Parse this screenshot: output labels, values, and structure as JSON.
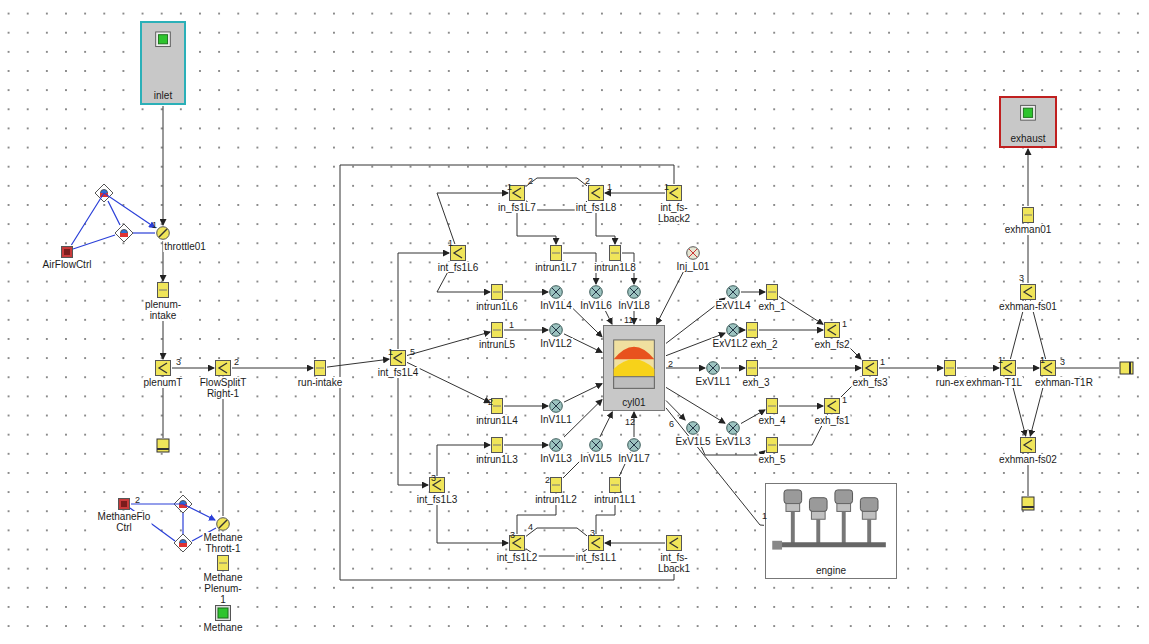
{
  "diagram": {
    "nodes": [
      {
        "text": [
          "inlet"
        ]
      },
      {
        "text": [
          "AirFlowCtrl"
        ]
      },
      {
        "text": [
          "throttle01"
        ]
      },
      {
        "text": [
          "plenum- intake"
        ]
      },
      {
        "text": [
          "plenumT"
        ]
      },
      {
        "text": [
          "FlowSplitT Right-1"
        ]
      },
      {
        "text": [
          "run-intake"
        ]
      },
      {
        "text": [
          "int_fs1L4"
        ]
      },
      {
        "text": [
          "in_fs1L7"
        ]
      },
      {
        "text": [
          "int_fs1L8"
        ]
      },
      {
        "text": [
          "int_fs- Lback2"
        ]
      },
      {
        "text": [
          "int_fs1L6"
        ]
      },
      {
        "text": [
          "intrun1L7"
        ]
      },
      {
        "text": [
          "intrun1L8"
        ]
      },
      {
        "text": [
          "Inj_L01"
        ]
      },
      {
        "text": [
          "intrun1L6"
        ]
      },
      {
        "text": [
          "InV1L4"
        ]
      },
      {
        "text": [
          "InV1L6"
        ]
      },
      {
        "text": [
          "InV1L8"
        ]
      },
      {
        "text": [
          "ExV1L4"
        ]
      },
      {
        "text": [
          "exh_1"
        ]
      },
      {
        "text": [
          "intrunL5"
        ]
      },
      {
        "text": [
          "InV1L2"
        ]
      },
      {
        "text": [
          "ExV1L2"
        ]
      },
      {
        "text": [
          "exh_2"
        ]
      },
      {
        "text": [
          "exh_fs2"
        ]
      },
      {
        "text": [
          "cyl01"
        ]
      },
      {
        "text": [
          "ExV1L1"
        ]
      },
      {
        "text": [
          "exh_3"
        ]
      },
      {
        "text": [
          "exh_fs3"
        ]
      },
      {
        "text": [
          "run-ex"
        ]
      },
      {
        "text": [
          "intrun1L4"
        ]
      },
      {
        "text": [
          "InV1L1"
        ]
      },
      {
        "text": [
          "exh_4"
        ]
      },
      {
        "text": [
          "exh_fs1"
        ]
      },
      {
        "text": [
          "ExV1L5"
        ]
      },
      {
        "text": [
          "ExV1L3"
        ]
      },
      {
        "text": [
          "intrun1L3"
        ]
      },
      {
        "text": [
          "InV1L3"
        ]
      },
      {
        "text": [
          "InV1L5"
        ]
      },
      {
        "text": [
          "InV1L7"
        ]
      },
      {
        "text": [
          "exh_5"
        ]
      },
      {
        "text": [
          "int_fs1L3"
        ]
      },
      {
        "text": [
          "intrun1L2"
        ]
      },
      {
        "text": [
          "intrun1L1"
        ]
      },
      {
        "text": [
          "int_fs1L2"
        ]
      },
      {
        "text": [
          "int_fs1L1"
        ]
      },
      {
        "text": [
          "int_fs- Lback1"
        ]
      },
      {
        "text": [
          "engine"
        ]
      },
      {
        "text": [
          "MethaneFlo Ctrl"
        ]
      },
      {
        "text": [
          "Methane Thrott-1"
        ]
      },
      {
        "text": [
          "Methane Plenum-1"
        ]
      },
      {
        "text": [
          "Methane"
        ]
      },
      {
        "text": [
          "exhaust"
        ]
      },
      {
        "text": [
          "exhman01"
        ]
      },
      {
        "text": [
          "exhman-fs01"
        ]
      },
      {
        "text": [
          "exhman-T1L"
        ]
      },
      {
        "text": [
          "exhman-T1R"
        ]
      },
      {
        "text": [
          "exhman-fs02"
        ]
      }
    ],
    "edges": [
      {
        "from": 0,
        "to": 2,
        "arrow": "to"
      },
      {
        "from": 1,
        "to": 2,
        "arrow": "to"
      },
      {
        "from": 2,
        "to": 3,
        "arrow": "to"
      },
      {
        "from": 3,
        "to": 4,
        "arrow": "to"
      },
      {
        "from": 4,
        "to": 5,
        "arrow": "to"
      },
      {
        "from": 52,
        "to": 51,
        "arrow": "to"
      },
      {
        "from": 51,
        "to": 50,
        "arrow": "to"
      },
      {
        "from": 50,
        "to": 5,
        "arrow": "to"
      },
      {
        "from": 49,
        "to": 50,
        "arrow": "to"
      },
      {
        "from": 5,
        "to": 6,
        "arrow": "to"
      },
      {
        "from": 6,
        "to": 7,
        "arrow": "to"
      },
      {
        "from": 7,
        "to": 21,
        "arrow": "to"
      },
      {
        "from": 7,
        "to": 31,
        "arrow": "to"
      },
      {
        "from": 7,
        "to": 11,
        "arrow": "to"
      },
      {
        "from": 7,
        "to": 42,
        "arrow": "to"
      },
      {
        "from": 11,
        "to": 15,
        "arrow": "to"
      },
      {
        "from": 11,
        "to": 8,
        "arrow": "to"
      },
      {
        "from": 8,
        "to": 9,
        "arrow": "none"
      },
      {
        "from": 9,
        "to": 8,
        "arrow": "none"
      },
      {
        "from": 8,
        "to": 12,
        "arrow": "to"
      },
      {
        "from": 9,
        "to": 13,
        "arrow": "to"
      },
      {
        "from": 10,
        "to": 9,
        "arrow": "to"
      },
      {
        "from": 10,
        "to": 47,
        "arrow": "none"
      },
      {
        "from": 12,
        "to": 17,
        "arrow": "to"
      },
      {
        "from": 13,
        "to": 18,
        "arrow": "to"
      },
      {
        "from": 15,
        "to": 16,
        "arrow": "to"
      },
      {
        "from": 16,
        "to": 26,
        "arrow": "to"
      },
      {
        "from": 17,
        "to": 26,
        "arrow": "to"
      },
      {
        "from": 18,
        "to": 26,
        "arrow": "to"
      },
      {
        "from": 14,
        "to": 26,
        "arrow": "to"
      },
      {
        "from": 21,
        "to": 22,
        "arrow": "to"
      },
      {
        "from": 22,
        "to": 26,
        "arrow": "to"
      },
      {
        "from": 31,
        "to": 32,
        "arrow": "to"
      },
      {
        "from": 32,
        "to": 26,
        "arrow": "to"
      },
      {
        "from": 26,
        "to": 19,
        "arrow": "to"
      },
      {
        "from": 19,
        "to": 20,
        "arrow": "to"
      },
      {
        "from": 20,
        "to": 25,
        "arrow": "to"
      },
      {
        "from": 26,
        "to": 23,
        "arrow": "to"
      },
      {
        "from": 23,
        "to": 24,
        "arrow": "to"
      },
      {
        "from": 24,
        "to": 25,
        "arrow": "to"
      },
      {
        "from": 25,
        "to": 29,
        "arrow": "to"
      },
      {
        "from": 26,
        "to": 27,
        "arrow": "to"
      },
      {
        "from": 27,
        "to": 28,
        "arrow": "to"
      },
      {
        "from": 28,
        "to": 29,
        "arrow": "to"
      },
      {
        "from": 26,
        "to": 36,
        "arrow": "to"
      },
      {
        "from": 26,
        "to": 35,
        "arrow": "to"
      },
      {
        "from": 36,
        "to": 33,
        "arrow": "to"
      },
      {
        "from": 35,
        "to": 41,
        "arrow": "to"
      },
      {
        "from": 33,
        "to": 34,
        "arrow": "to"
      },
      {
        "from": 41,
        "to": 34,
        "arrow": "to"
      },
      {
        "from": 34,
        "to": 29,
        "arrow": "to"
      },
      {
        "from": 29,
        "to": 30,
        "arrow": "to"
      },
      {
        "from": 30,
        "to": 56,
        "arrow": "to"
      },
      {
        "from": 56,
        "to": 55,
        "arrow": "to"
      },
      {
        "from": 57,
        "to": 55,
        "arrow": "to"
      },
      {
        "from": 56,
        "to": 58,
        "arrow": "to"
      },
      {
        "from": 57,
        "to": 58,
        "arrow": "to"
      },
      {
        "from": 56,
        "to": 57,
        "arrow": "to"
      },
      {
        "from": 55,
        "to": 54,
        "arrow": "to"
      },
      {
        "from": 54,
        "to": 53,
        "arrow": "to"
      },
      {
        "from": 42,
        "to": 37,
        "arrow": "to"
      },
      {
        "from": 37,
        "to": 38,
        "arrow": "to"
      },
      {
        "from": 38,
        "to": 26,
        "arrow": "to"
      },
      {
        "from": 42,
        "to": 45,
        "arrow": "to"
      },
      {
        "from": 45,
        "to": 46,
        "arrow": "none"
      },
      {
        "from": 46,
        "to": 45,
        "arrow": "none"
      },
      {
        "from": 45,
        "to": 43,
        "arrow": "to"
      },
      {
        "from": 46,
        "to": 44,
        "arrow": "to"
      },
      {
        "from": 43,
        "to": 39,
        "arrow": "to"
      },
      {
        "from": 44,
        "to": 40,
        "arrow": "to"
      },
      {
        "from": 39,
        "to": 26,
        "arrow": "to"
      },
      {
        "from": 40,
        "to": 26,
        "arrow": "to"
      },
      {
        "from": 47,
        "to": 46,
        "arrow": "to"
      },
      {
        "from": 26,
        "to": 48,
        "arrow": "none"
      }
    ],
    "labels": [
      "1",
      "3",
      "2",
      "1",
      "5",
      "1",
      "2",
      "1",
      "2",
      "2",
      "1",
      "1",
      "1",
      "11",
      "2",
      "6",
      "12",
      "1",
      "1",
      "1",
      "3",
      "1",
      "1",
      "3",
      "3",
      "3",
      "4",
      "3",
      "2",
      "1",
      "2"
    ]
  }
}
